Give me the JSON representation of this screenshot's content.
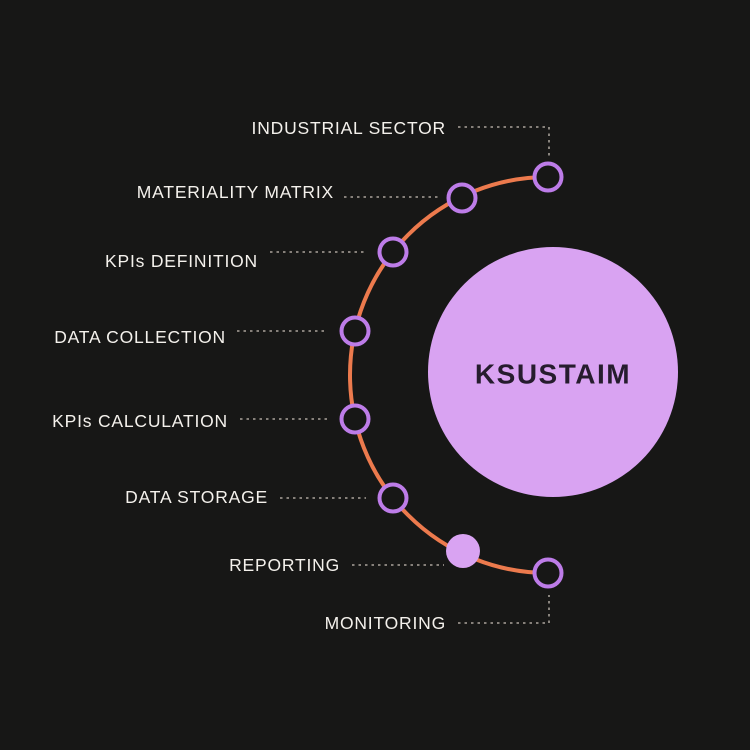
{
  "hub": {
    "title": "KSUSTAIM"
  },
  "steps": [
    {
      "label": "INDUSTRIAL SECTOR",
      "state": "default"
    },
    {
      "label": "MATERIALITY MATRIX",
      "state": "default"
    },
    {
      "label": "KPIs DEFINITION",
      "state": "default"
    },
    {
      "label": "DATA COLLECTION",
      "state": "default"
    },
    {
      "label": "KPIs CALCULATION",
      "state": "default"
    },
    {
      "label": "DATA STORAGE",
      "state": "default"
    },
    {
      "label": "REPORTING",
      "state": "active"
    },
    {
      "label": "MONITORING",
      "state": "default"
    }
  ],
  "active_step": "REPORTING",
  "colors": {
    "background": "#171716",
    "hub_fill": "#d9a3f2",
    "hub_text": "#261c2e",
    "arc": "#ec7a4d",
    "node_stroke": "#bd7ce8",
    "node_fill": "#171716",
    "node_active_fill": "#d9a3f2",
    "connector": "#969089",
    "label_text": "#f4f1ec"
  }
}
